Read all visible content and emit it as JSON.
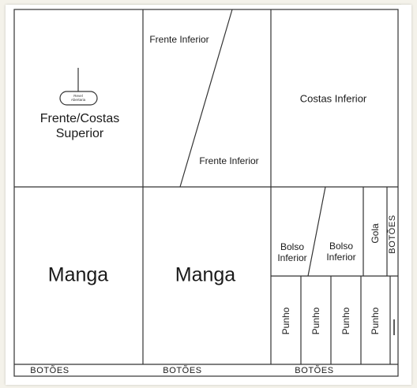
{
  "pieces": {
    "frente_costas_superior": "Frente/Costas\nSuperior",
    "revel_label": "Revel\nAbertaria",
    "frente_inferior_top": "Frente Inferior",
    "frente_inferior_bottom": "Frente Inferior",
    "costas_inferior": "Costas Inferior",
    "manga_left": "Manga",
    "manga_right": "Manga",
    "bolso_inferior_1": "Bolso\nInferior",
    "bolso_inferior_2": "Bolso\nInferior",
    "gola": "Gola",
    "botoes_vertical": "BOTÕES",
    "punho_1": "Punho",
    "punho_2": "Punho",
    "punho_3": "Punho",
    "punho_4": "Punho",
    "botoes_bottom_1": "BOTÕES",
    "botoes_bottom_2": "BOTÕES",
    "botoes_bottom_3": "BOTÕES"
  }
}
